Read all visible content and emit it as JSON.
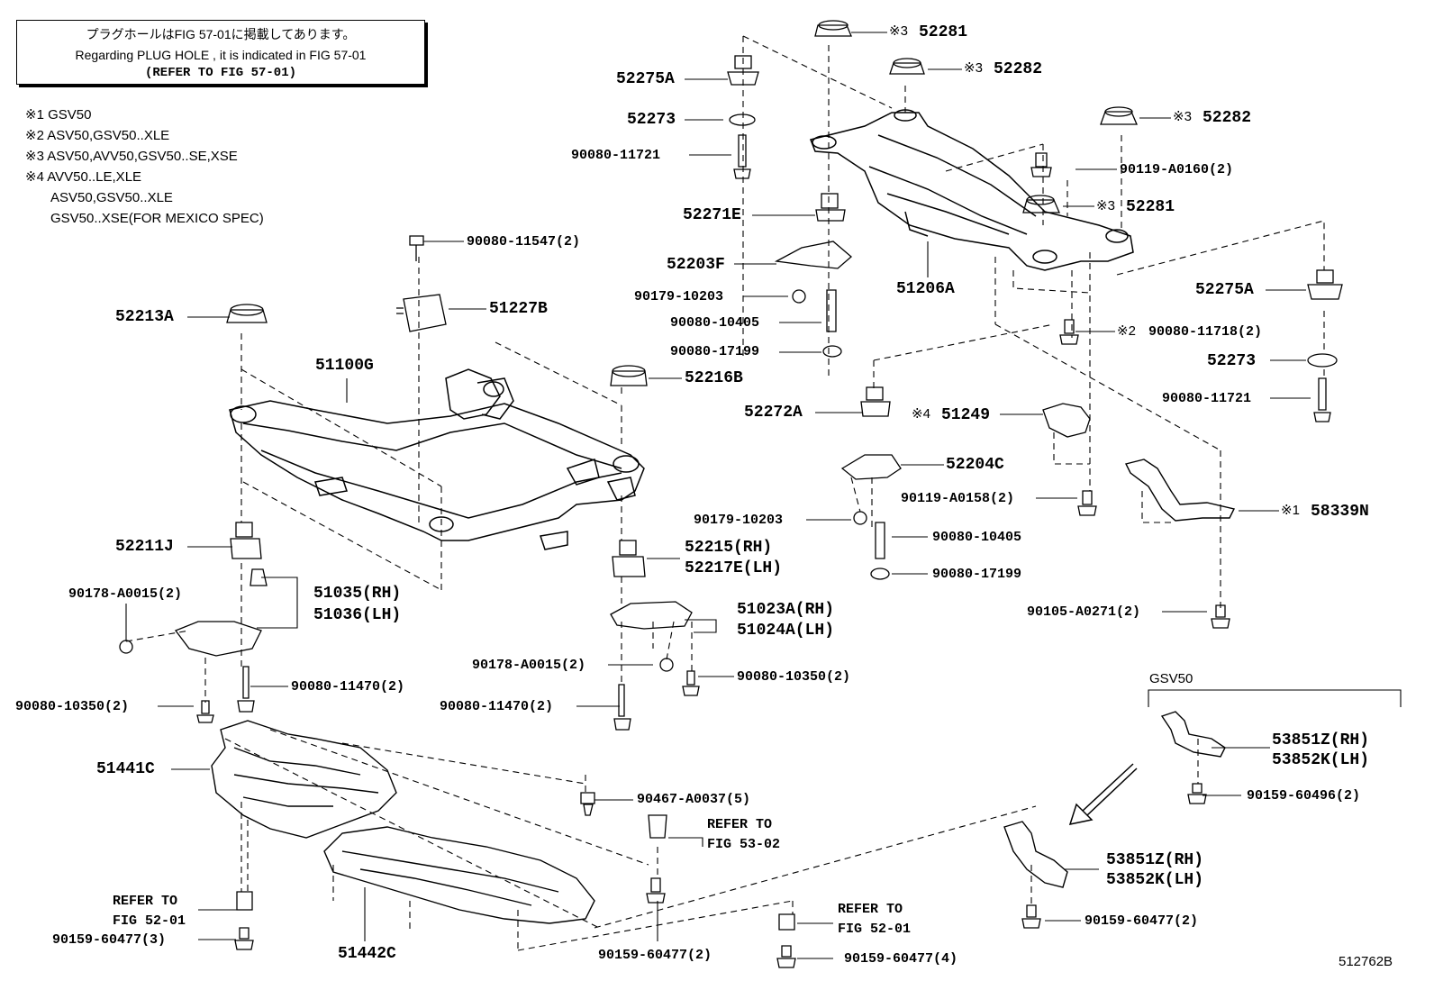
{
  "notice": {
    "line1": "プラグホールはFIG 57-01に掲載してあります。",
    "line2": "Regarding  PLUG  HOLE , it is indicated in  FIG  57-01",
    "line3": "(REFER TO FIG 57-01)"
  },
  "legend": [
    "※1 GSV50",
    "※2 ASV50,GSV50..XLE",
    "※3 ASV50,AVV50,GSV50..SE,XSE",
    "※4 AVV50..LE,XLE",
    "ASV50,GSV50..XLE",
    "GSV50..XSE(FOR MEXICO SPEC)"
  ],
  "parts": {
    "p52281a": "52281",
    "m52281a": "※3",
    "p52282a": "52282",
    "m52282a": "※3",
    "p52282b": "52282",
    "m52282b": "※3",
    "p52281b": "52281",
    "m52281b": "※3",
    "p52275a1": "52275A",
    "p52273a": "52273",
    "p90080_11721a": "90080-11721",
    "p52271e": "52271E",
    "p52203f": "52203F",
    "p90179_10203a": "90179-10203",
    "p90080_10405a": "90080-10405",
    "p90080_17199a": "90080-17199",
    "p90080_11547": "90080-11547(2)",
    "p51227b": "51227B",
    "p52213a": "52213A",
    "p51100g": "51100G",
    "p52216b": "52216B",
    "p51206a": "51206A",
    "p90119_a0160": "90119-A0160(2)",
    "p52275a2": "52275A",
    "p90080_11718": "90080-11718(2)",
    "m90080_11718": "※2",
    "p52273b": "52273",
    "p90080_11721b": "90080-11721",
    "p52272a": "52272A",
    "p51249": "51249",
    "m51249": "※4",
    "p52204c": "52204C",
    "p90119_a0158": "90119-A0158(2)",
    "p90179_10203b": "90179-10203",
    "p90080_10405b": "90080-10405",
    "p90080_17199b": "90080-17199",
    "p58339n": "58339N",
    "m58339n": "※1",
    "p52211j": "52211J",
    "p90178_a0015a": "90178-A0015(2)",
    "p51035": "51035(RH)",
    "p51036": "51036(LH)",
    "p52215": "52215(RH)",
    "p52217e": "52217E(LH)",
    "p51023a": "51023A(RH)",
    "p51024a": "51024A(LH)",
    "p90105_a0271": "90105-A0271(2)",
    "p90178_a0015b": "90178-A0015(2)",
    "p90080_10350b": "90080-10350(2)",
    "p90080_11470a": "90080-11470(2)",
    "p90080_10350a": "90080-10350(2)",
    "p90080_11470b": "90080-11470(2)",
    "gsv50_label": "GSV50",
    "p53851z_a": "53851Z(RH)",
    "p53852k_a": "53852K(LH)",
    "p90159_60496": "90159-60496(2)",
    "p51441c": "51441C",
    "p90467_a0037": "90467-A0037(5)",
    "refer_a_1": "REFER TO",
    "refer_a_2": "FIG 53-02",
    "p53851z_b": "53851Z(RH)",
    "p53852k_b": "53852K(LH)",
    "refer_b_1": "REFER TO",
    "refer_b_2": "FIG 52-01",
    "p90159_60477a": "90159-60477(3)",
    "p51442c": "51442C",
    "p90159_60477b": "90159-60477(2)",
    "refer_c_1": "REFER TO",
    "refer_c_2": "FIG 52-01",
    "p90159_60477c": "90159-60477(4)",
    "p90159_60477d": "90159-60477(2)",
    "fig_id": "512762B"
  }
}
